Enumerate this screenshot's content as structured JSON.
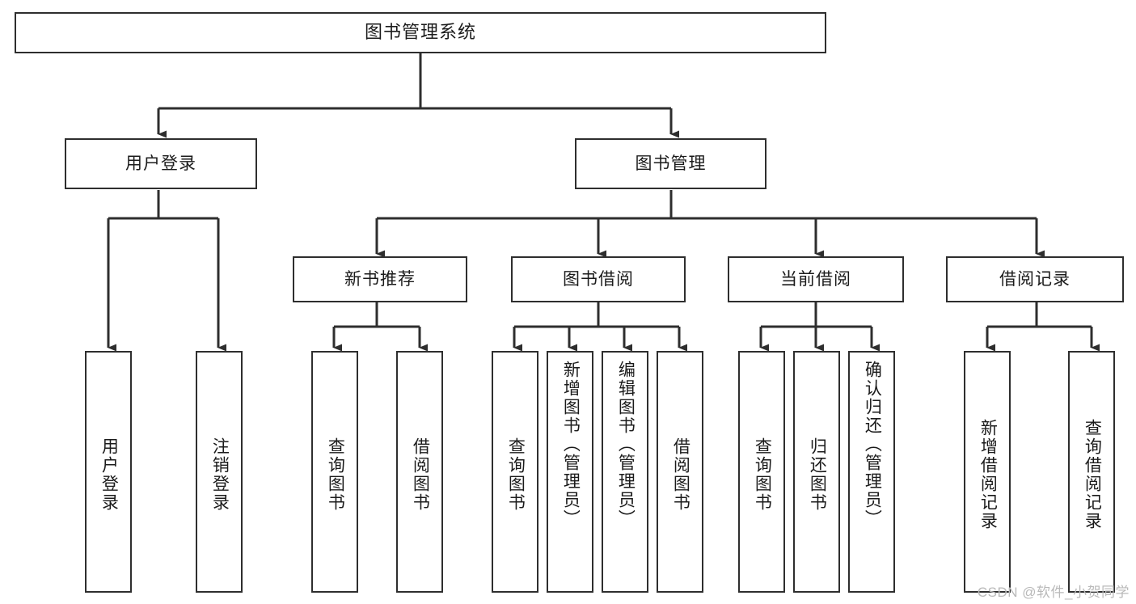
{
  "diagram": {
    "title": "图书管理系统",
    "type": "功能结构图",
    "watermark": "CSDN @软件_小贺同学",
    "colors": {
      "box_border": "#2e2e2e",
      "box_fill": "#ffffff",
      "edge": "#2e2e2e",
      "text": "#1b1b1b",
      "watermark": "#b9b9b9",
      "background": "#ffffff"
    },
    "root": {
      "id": "root",
      "label": "图书管理系统"
    },
    "level2": [
      {
        "id": "user-login",
        "label": "用户登录"
      },
      {
        "id": "book-manage",
        "label": "图书管理"
      }
    ],
    "level3": [
      {
        "id": "new-book-recommend",
        "label": "新书推荐",
        "parent": "book-manage"
      },
      {
        "id": "book-borrow",
        "label": "图书借阅",
        "parent": "book-manage"
      },
      {
        "id": "current-borrow",
        "label": "当前借阅",
        "parent": "book-manage"
      },
      {
        "id": "borrow-record",
        "label": "借阅记录",
        "parent": "book-manage"
      }
    ],
    "leaves": {
      "user_login": [
        {
          "id": "leaf-user-login",
          "label": "用户登录"
        },
        {
          "id": "leaf-logout-login",
          "label": "注销登录"
        }
      ],
      "new_book_recommend": [
        {
          "id": "leaf-query-book-1",
          "label": "查询图书"
        },
        {
          "id": "leaf-borrow-book-1",
          "label": "借阅图书"
        }
      ],
      "book_borrow": [
        {
          "id": "leaf-query-book-2",
          "label": "查询图书"
        },
        {
          "id": "leaf-add-book",
          "label": "新增图书（管理员）"
        },
        {
          "id": "leaf-edit-book",
          "label": "编辑图书（管理员）"
        },
        {
          "id": "leaf-borrow-book-2",
          "label": "借阅图书"
        }
      ],
      "current_borrow": [
        {
          "id": "leaf-query-book-3",
          "label": "查询图书"
        },
        {
          "id": "leaf-return-book",
          "label": "归还图书"
        },
        {
          "id": "leaf-confirm-return",
          "label": "确认归还（管理员）"
        }
      ],
      "borrow_record": [
        {
          "id": "leaf-add-record",
          "label": "新增借阅记录"
        },
        {
          "id": "leaf-query-record",
          "label": "查询借阅记录"
        }
      ]
    }
  }
}
